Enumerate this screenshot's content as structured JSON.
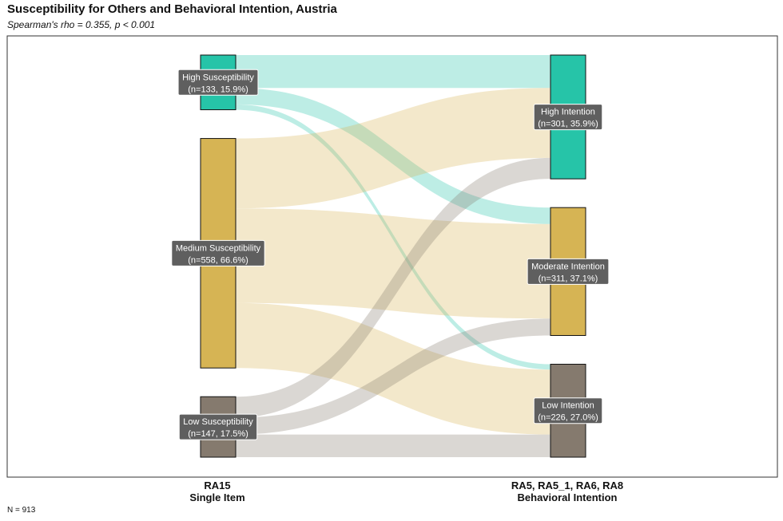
{
  "chart_data": {
    "type": "sankey",
    "title": "Susceptibility for Others and Behavioral Intention, Austria",
    "subtitle": "Spearman's rho = 0.355, p < 0.001",
    "caption": "N = 913",
    "axes": [
      {
        "line1": "RA15",
        "line2": "Single Item"
      },
      {
        "line1": "RA5, RA5_1, RA6, RA8",
        "line2": "Behavioral Intention"
      }
    ],
    "left_nodes": [
      {
        "id": "hs",
        "label": "High Susceptibility",
        "count_text": "(n=133, 15.9%)",
        "n": 133,
        "color": "#26C4A8"
      },
      {
        "id": "ms",
        "label": "Medium Susceptibility",
        "count_text": "(n=558, 66.6%)",
        "n": 558,
        "color": "#D6B454"
      },
      {
        "id": "ls",
        "label": "Low Susceptibility",
        "count_text": "(n=147, 17.5%)",
        "n": 147,
        "color": "#857A6E"
      }
    ],
    "right_nodes": [
      {
        "id": "hi",
        "label": "High Intention",
        "count_text": "(n=301, 35.9%)",
        "n": 301,
        "color": "#26C4A8"
      },
      {
        "id": "mi",
        "label": "Moderate Intention",
        "count_text": "(n=311, 37.1%)",
        "n": 311,
        "color": "#D6B454"
      },
      {
        "id": "li",
        "label": "Low Intention",
        "count_text": "(n=226, 27.0%)",
        "n": 226,
        "color": "#857A6E"
      }
    ],
    "flows": [
      {
        "from": "hs",
        "to": "hi",
        "value": 80,
        "color": "#26C4A8"
      },
      {
        "from": "hs",
        "to": "mi",
        "value": 40,
        "color": "#26C4A8"
      },
      {
        "from": "hs",
        "to": "li",
        "value": 13,
        "color": "#26C4A8"
      },
      {
        "from": "ms",
        "to": "hi",
        "value": 170,
        "color": "#D6B454"
      },
      {
        "from": "ms",
        "to": "mi",
        "value": 230,
        "color": "#D6B454"
      },
      {
        "from": "ms",
        "to": "li",
        "value": 158,
        "color": "#D6B454"
      },
      {
        "from": "ls",
        "to": "hi",
        "value": 51,
        "color": "#857A6E"
      },
      {
        "from": "ls",
        "to": "mi",
        "value": 41,
        "color": "#857A6E"
      },
      {
        "from": "ls",
        "to": "li",
        "value": 55,
        "color": "#857A6E"
      }
    ]
  }
}
